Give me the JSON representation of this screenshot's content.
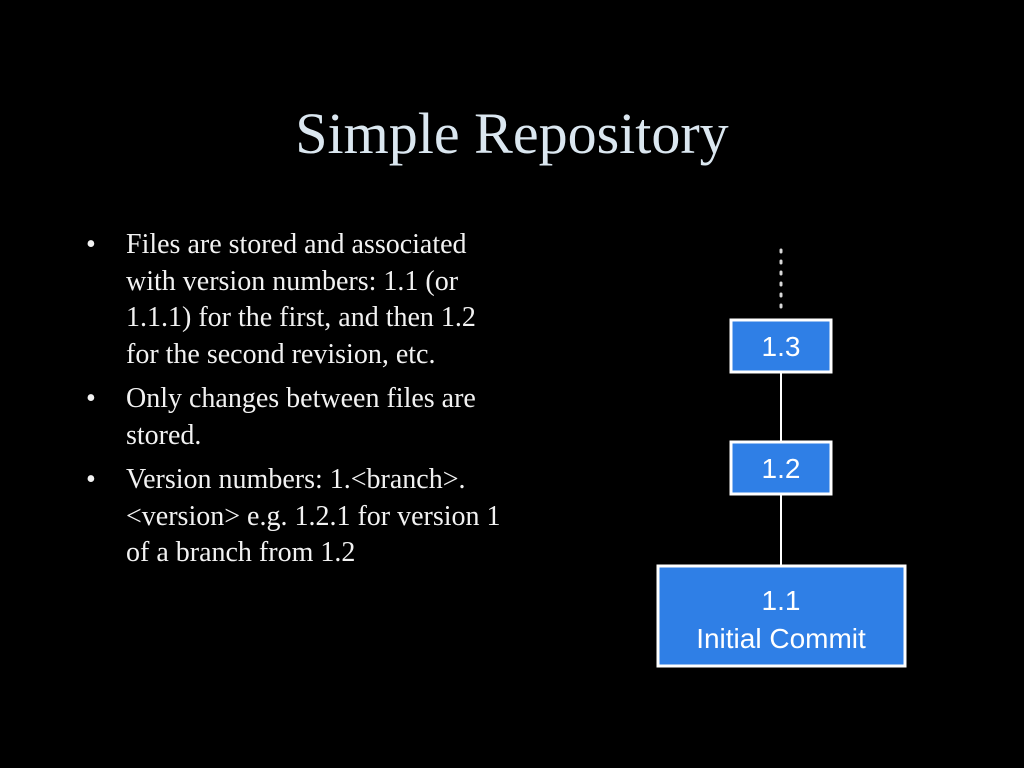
{
  "slide": {
    "title": "Simple Repository",
    "bullet_glyph": "•",
    "bullets": [
      "Files are stored and associated with version numbers: 1.1 (or 1.1.1) for the first, and then 1.2 for the second revision, etc.",
      "Only changes between files are stored.",
      "Version numbers: 1.<branch>.<version> e.g. 1.2.1 for version 1 of a branch from 1.2"
    ]
  },
  "diagram": {
    "box_color": "#2f7fe6",
    "border_color": "#ffffff",
    "nodes": [
      {
        "label": "1.3"
      },
      {
        "label": "1.2"
      },
      {
        "label": "1.1",
        "sublabel": "Initial Commit"
      }
    ]
  }
}
